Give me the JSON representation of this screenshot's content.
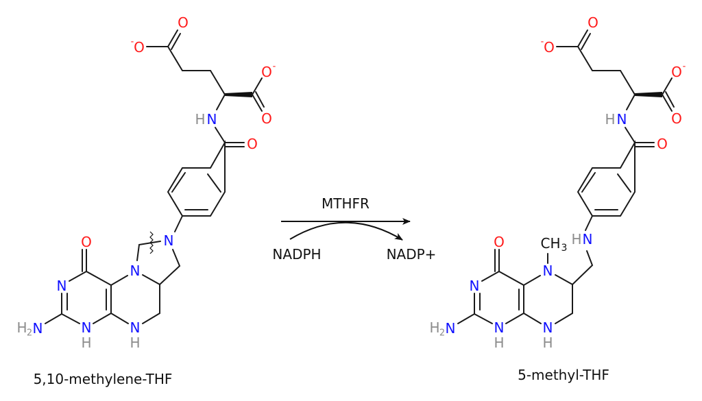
{
  "reaction": {
    "enzyme": "MTHFR",
    "cofactor_in": "NADPH",
    "cofactor_out": "NADP+"
  },
  "substrate": {
    "name": "5,10-methylene-THF",
    "atoms": {
      "O": "O",
      "N": "N",
      "H": "H",
      "H2": "H",
      "sub2": "2",
      "charge": "-",
      "HN_H": "H"
    }
  },
  "product": {
    "name": "5-methyl-THF",
    "atoms": {
      "O": "O",
      "N": "N",
      "H": "H",
      "sub2": "2",
      "charge": "-",
      "CH": "CH",
      "sub3": "3",
      "HN_H": "H"
    }
  },
  "colors": {
    "oxygen": "#ff1a1a",
    "nitrogen": "#1010ff",
    "hydrogen": "#8c8c8c",
    "bond": "#1a1a1a"
  }
}
